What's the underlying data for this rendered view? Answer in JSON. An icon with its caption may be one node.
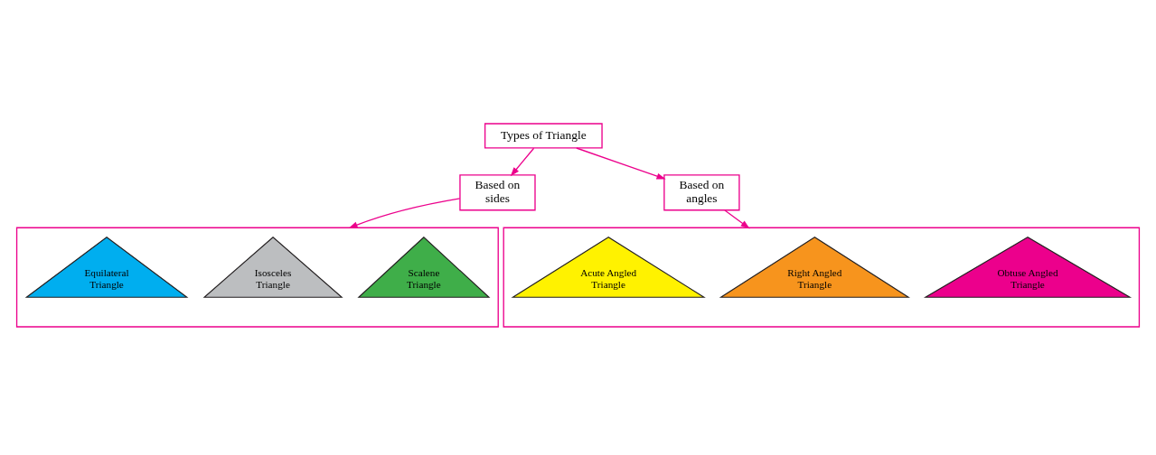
{
  "diagram": {
    "nodes": [
      {
        "text": [
          "Types of Triangle"
        ]
      },
      {
        "text": [
          "Based on sides"
        ]
      },
      {
        "text": [
          "Based on angles"
        ]
      },
      {
        "text": [],
        "shape": "box"
      },
      {
        "text": [
          "Equilateral Triangle"
        ],
        "in": 3
      },
      {
        "text": [
          "Isosceles Triangle"
        ],
        "in": 3
      },
      {
        "text": [
          "Scalene Triangle"
        ],
        "in": 3
      },
      {
        "text": [],
        "shape": "box"
      },
      {
        "text": [
          "Acute Angled Triangle"
        ],
        "in": 7
      },
      {
        "text": [
          "Right Angled Triangle"
        ],
        "in": 7
      },
      {
        "text": [
          "Obtuse Angled Triangle"
        ],
        "in": 7
      }
    ],
    "edges": [
      {
        "from": 0,
        "to": 1,
        "arrow": "to"
      },
      {
        "from": 0,
        "to": 2,
        "arrow": "to"
      },
      {
        "from": 1,
        "to": 3,
        "arrow": "to"
      },
      {
        "from": 2,
        "to": 7,
        "arrow": "to"
      }
    ]
  }
}
